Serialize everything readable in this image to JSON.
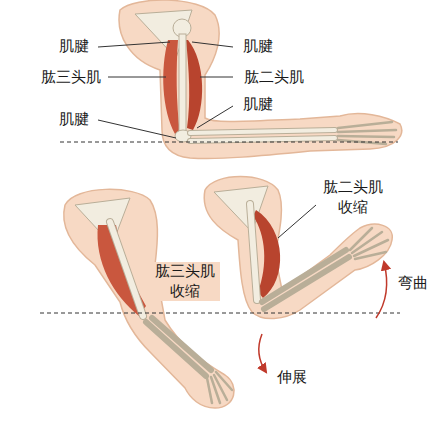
{
  "diagram": {
    "labels": [
      "肌腱",
      "肌腱",
      "肱三头肌",
      "肱二头肌",
      "肌腱",
      "肌腱",
      "肱二头肌 收缩",
      "肱三头肌 收缩",
      "弯曲",
      "伸展"
    ]
  }
}
